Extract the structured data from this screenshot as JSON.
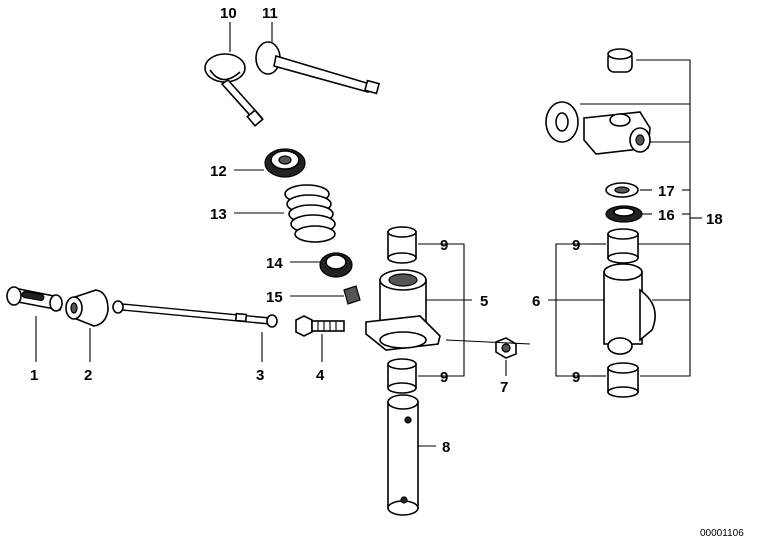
{
  "diagram": {
    "reference_code": "00001106",
    "callouts": [
      "1",
      "2",
      "3",
      "4",
      "5",
      "6",
      "7",
      "8",
      "9",
      "10",
      "11",
      "12",
      "13",
      "14",
      "15",
      "16",
      "17",
      "18"
    ],
    "parts": [
      {
        "id": "1",
        "label": "1"
      },
      {
        "id": "2",
        "label": "2"
      },
      {
        "id": "3",
        "label": "3"
      },
      {
        "id": "4",
        "label": "4"
      },
      {
        "id": "5",
        "label": "5"
      },
      {
        "id": "6",
        "label": "6"
      },
      {
        "id": "7",
        "label": "7"
      },
      {
        "id": "8",
        "label": "8"
      },
      {
        "id": "9a",
        "label": "9"
      },
      {
        "id": "9b",
        "label": "9"
      },
      {
        "id": "9c",
        "label": "9"
      },
      {
        "id": "9d",
        "label": "9"
      },
      {
        "id": "10",
        "label": "10"
      },
      {
        "id": "11",
        "label": "11"
      },
      {
        "id": "12",
        "label": "12"
      },
      {
        "id": "13",
        "label": "13"
      },
      {
        "id": "14",
        "label": "14"
      },
      {
        "id": "15",
        "label": "15"
      },
      {
        "id": "16",
        "label": "16"
      },
      {
        "id": "17",
        "label": "17"
      },
      {
        "id": "18",
        "label": "18"
      }
    ]
  }
}
